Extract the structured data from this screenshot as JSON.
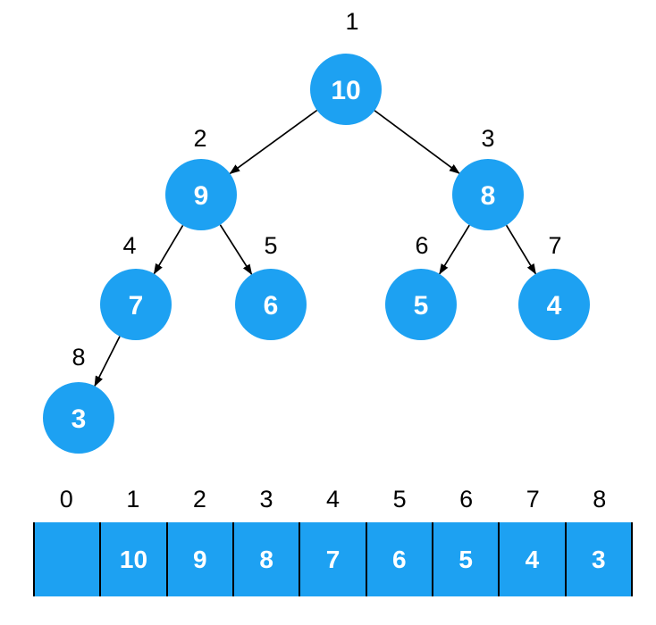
{
  "diagram": {
    "type": "binary-max-heap",
    "tree": {
      "nodes": [
        {
          "label": "1",
          "value": "10"
        },
        {
          "label": "2",
          "value": "9"
        },
        {
          "label": "3",
          "value": "8"
        },
        {
          "label": "4",
          "value": "7"
        },
        {
          "label": "5",
          "value": "6"
        },
        {
          "label": "6",
          "value": "5"
        },
        {
          "label": "7",
          "value": "4"
        },
        {
          "label": "8",
          "value": "3"
        }
      ],
      "edges": [
        {
          "from": "1",
          "to": "2"
        },
        {
          "from": "1",
          "to": "3"
        },
        {
          "from": "2",
          "to": "4"
        },
        {
          "from": "2",
          "to": "5"
        },
        {
          "from": "3",
          "to": "6"
        },
        {
          "from": "3",
          "to": "7"
        },
        {
          "from": "4",
          "to": "8"
        }
      ]
    },
    "array": {
      "indices": [
        "0",
        "1",
        "2",
        "3",
        "4",
        "5",
        "6",
        "7",
        "8"
      ],
      "values": [
        "",
        "10",
        "9",
        "8",
        "7",
        "6",
        "5",
        "4",
        "3"
      ]
    },
    "colors": {
      "node_fill": "#1da1f2",
      "cell_fill": "#1da1f2",
      "edge_stroke": "#000000",
      "value_text": "#ffffff",
      "label_text": "#000000",
      "background": "#ffffff"
    }
  }
}
